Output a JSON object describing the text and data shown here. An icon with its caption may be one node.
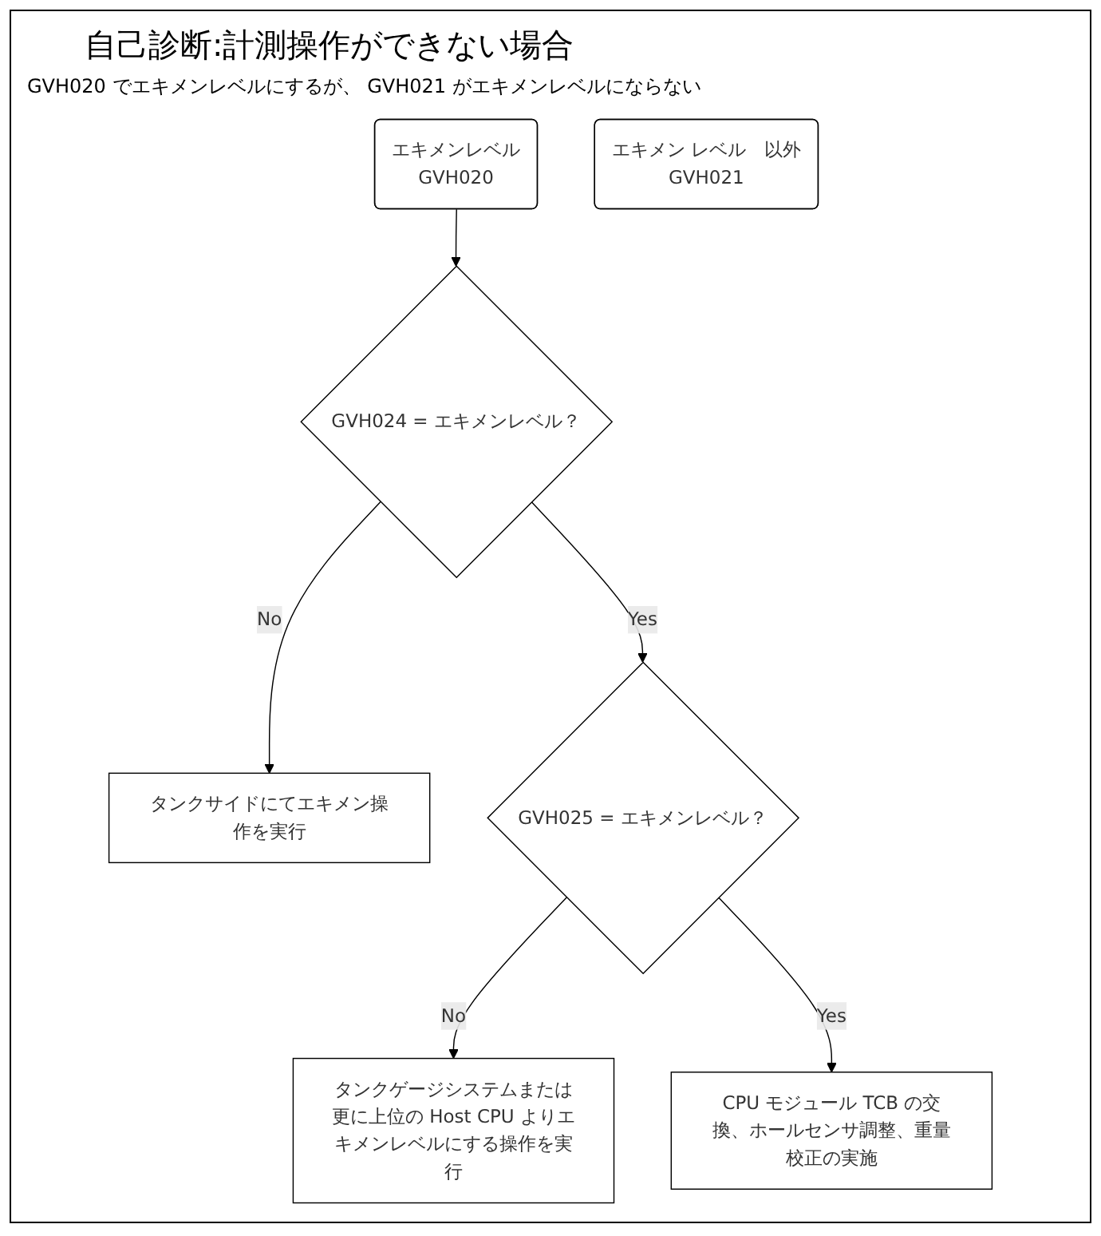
{
  "diagram": {
    "title": "自己診断:計測操作ができない場合",
    "nodes": [
      {
        "text": [
          "エキメンレベル",
          "GVH020"
        ]
      },
      {
        "text": [
          "エキメン レベル　以外",
          "GVH021"
        ]
      },
      {
        "text": [
          "GVH024 = エキメンレベル？"
        ]
      },
      {
        "text": [
          "タンクサイドにてエキメン操作を実行"
        ]
      },
      {
        "text": [
          "GVH025 = エキメンレベル？"
        ]
      },
      {
        "text": [
          "タンクゲージシステムまたは更に上位の Host CPU よりエキメンレベルにする操作を実行"
        ]
      },
      {
        "text": [
          "CPU モジュール TCB の交換、ホールセンサ調整、重量校正の実施"
        ]
      }
    ],
    "edges": [
      {
        "from": 0,
        "to": 2,
        "arrow": "to"
      },
      {
        "from": 2,
        "to": 3,
        "label": "No",
        "arrow": "to"
      },
      {
        "from": 2,
        "to": 4,
        "label": "Yes",
        "arrow": "to"
      },
      {
        "from": 4,
        "to": 5,
        "label": "No",
        "arrow": "to"
      },
      {
        "from": 4,
        "to": 6,
        "label": "Yes",
        "arrow": "to"
      }
    ],
    "labels": [
      "GVH020 でエキメンレベルにするが、 GVH021 がエキメンレベルにならない"
    ]
  }
}
